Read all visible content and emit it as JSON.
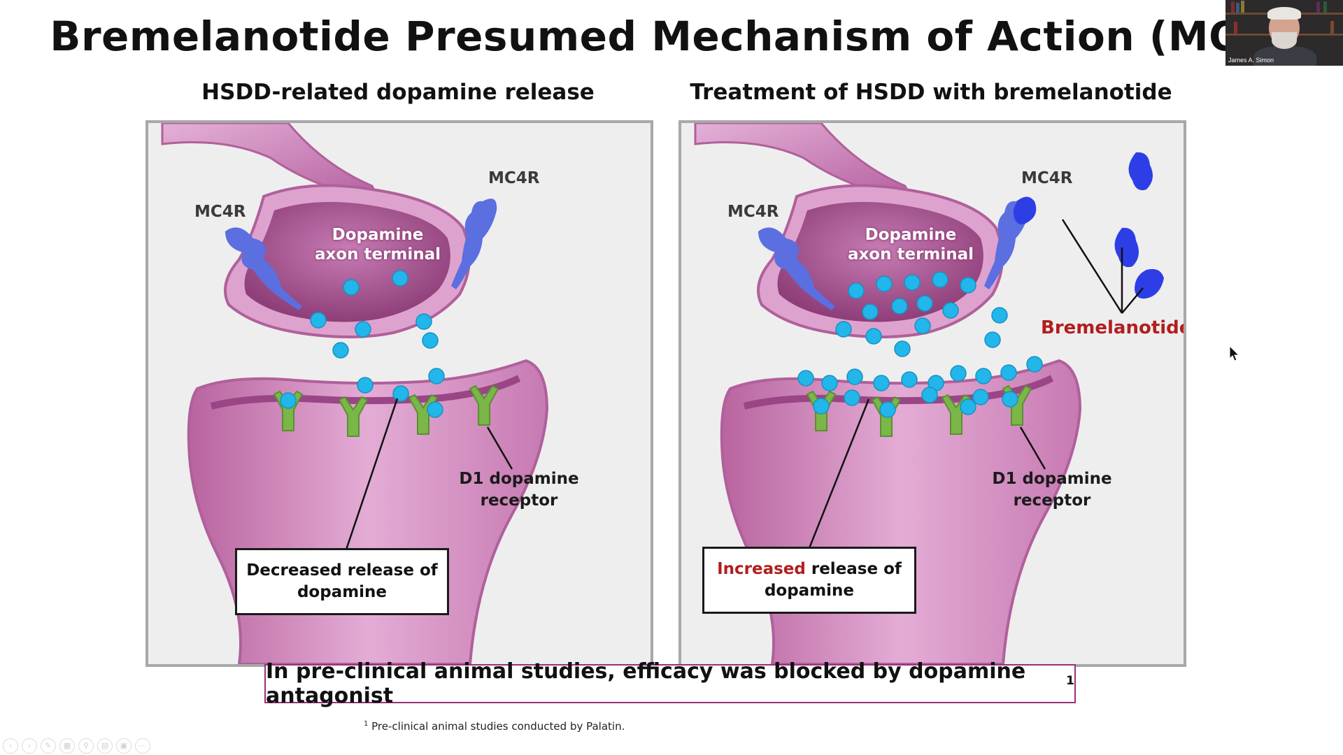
{
  "slide": {
    "title": "Bremelanotide Presumed Mechanism of Action (MOA)",
    "left_panel": {
      "heading": "HSDD-related dopamine release",
      "mc4r_left": "MC4R",
      "mc4r_right": "MC4R",
      "axon_line1": "Dopamine",
      "axon_line2": "axon terminal",
      "d1_line1": "D1 dopamine",
      "d1_line2": "receptor",
      "callout_line1": "Decreased release of",
      "callout_line2": "dopamine"
    },
    "right_panel": {
      "heading": "Treatment of HSDD with bremelanotide",
      "mc4r_left": "MC4R",
      "mc4r_right": "MC4R",
      "axon_line1": "Dopamine",
      "axon_line2": "axon terminal",
      "d1_line1": "D1 dopamine",
      "d1_line2": "receptor",
      "bremelanotide": "Bremelanotide",
      "callout_highlight": "Increased",
      "callout_line1_rest": " release of",
      "callout_line2": "dopamine"
    },
    "bottom_statement": "In pre-clinical animal studies, efficacy was blocked by dopamine antagonist",
    "bottom_superscript": "1",
    "footnote_marker": "1",
    "footnote_text": " Pre-clinical animal studies conducted by Palatin."
  },
  "video": {
    "participant_name": "James A. Simon"
  },
  "colors": {
    "neuron_pink": "#d78fc4",
    "neuron_dark": "#a7538f",
    "dopamine": "#22b6ea",
    "receptor": "#7ab648",
    "mc4r": "#5b6fe0",
    "bremelanotide": "#2e3ee6",
    "accent_red": "#b21e1e"
  },
  "icons": [
    "mouse-cursor-icon",
    "toolbar-icons"
  ]
}
